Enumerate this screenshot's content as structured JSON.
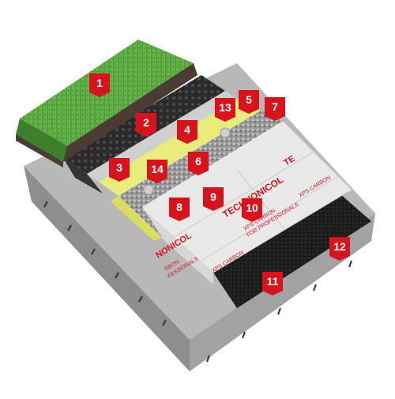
{
  "markers": [
    "1",
    "2",
    "3",
    "4",
    "5",
    "6",
    "7",
    "8",
    "9",
    "10",
    "11",
    "12",
    "13",
    "14"
  ],
  "board_text": {
    "brand_a": "TECHNONICOL",
    "brand_b": "TE",
    "brand_c": "NONICOL",
    "xps_line": "XPS CARBON",
    "pro_line": "FOR PROFESSIONALS",
    "bon_line": "RBON",
    "fess_line": "FESSIONALS",
    "xps_b": "XPS CARBON",
    "xps_c": "XPS CARBON"
  },
  "colors": {
    "marker_red": "#d7141e",
    "grass": "#4f9a3a",
    "concrete": "#a9a9a9",
    "xps_board": "#e9e9e9",
    "membrane_yellow": "#e8ec7c",
    "drainage_black": "#2a2a2a",
    "bitumen": "#1c1c1c"
  }
}
